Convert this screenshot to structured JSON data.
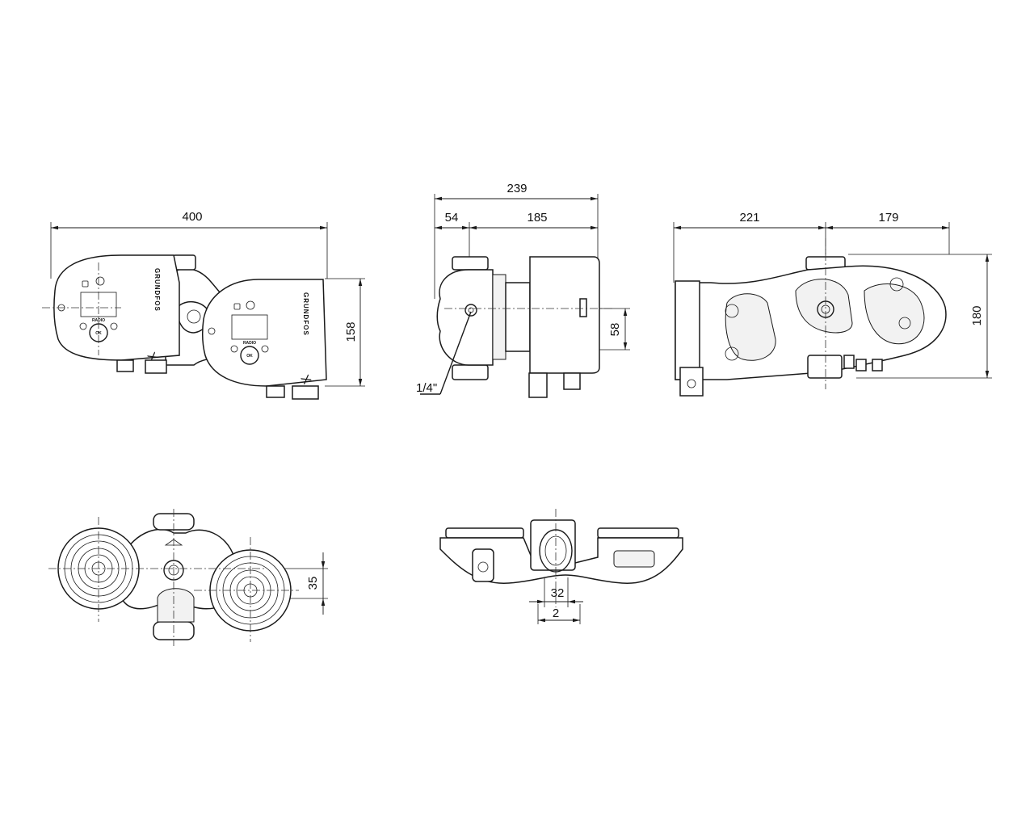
{
  "dimensions": {
    "front_width": "400",
    "front_height": "158",
    "side_total": "239",
    "side_inlet": "54",
    "side_motor": "185",
    "side_axis_offset": "58",
    "thread": "1/4\"",
    "rear_left": "221",
    "rear_right": "179",
    "rear_height": "180",
    "top_offset": "35",
    "bottom_port": "32",
    "bottom_offset": "2"
  },
  "labels": {
    "brand_left": "GRUNDFOS",
    "brand_right": "GRUNDFOS",
    "mark_left": "X",
    "mark_right": "X",
    "ok_left": "OK",
    "ok_right": "OK",
    "radio_left": "RADIO",
    "radio_right": "RADIO"
  },
  "colors": {
    "line": "#1a1a1a",
    "background": "#ffffff"
  }
}
